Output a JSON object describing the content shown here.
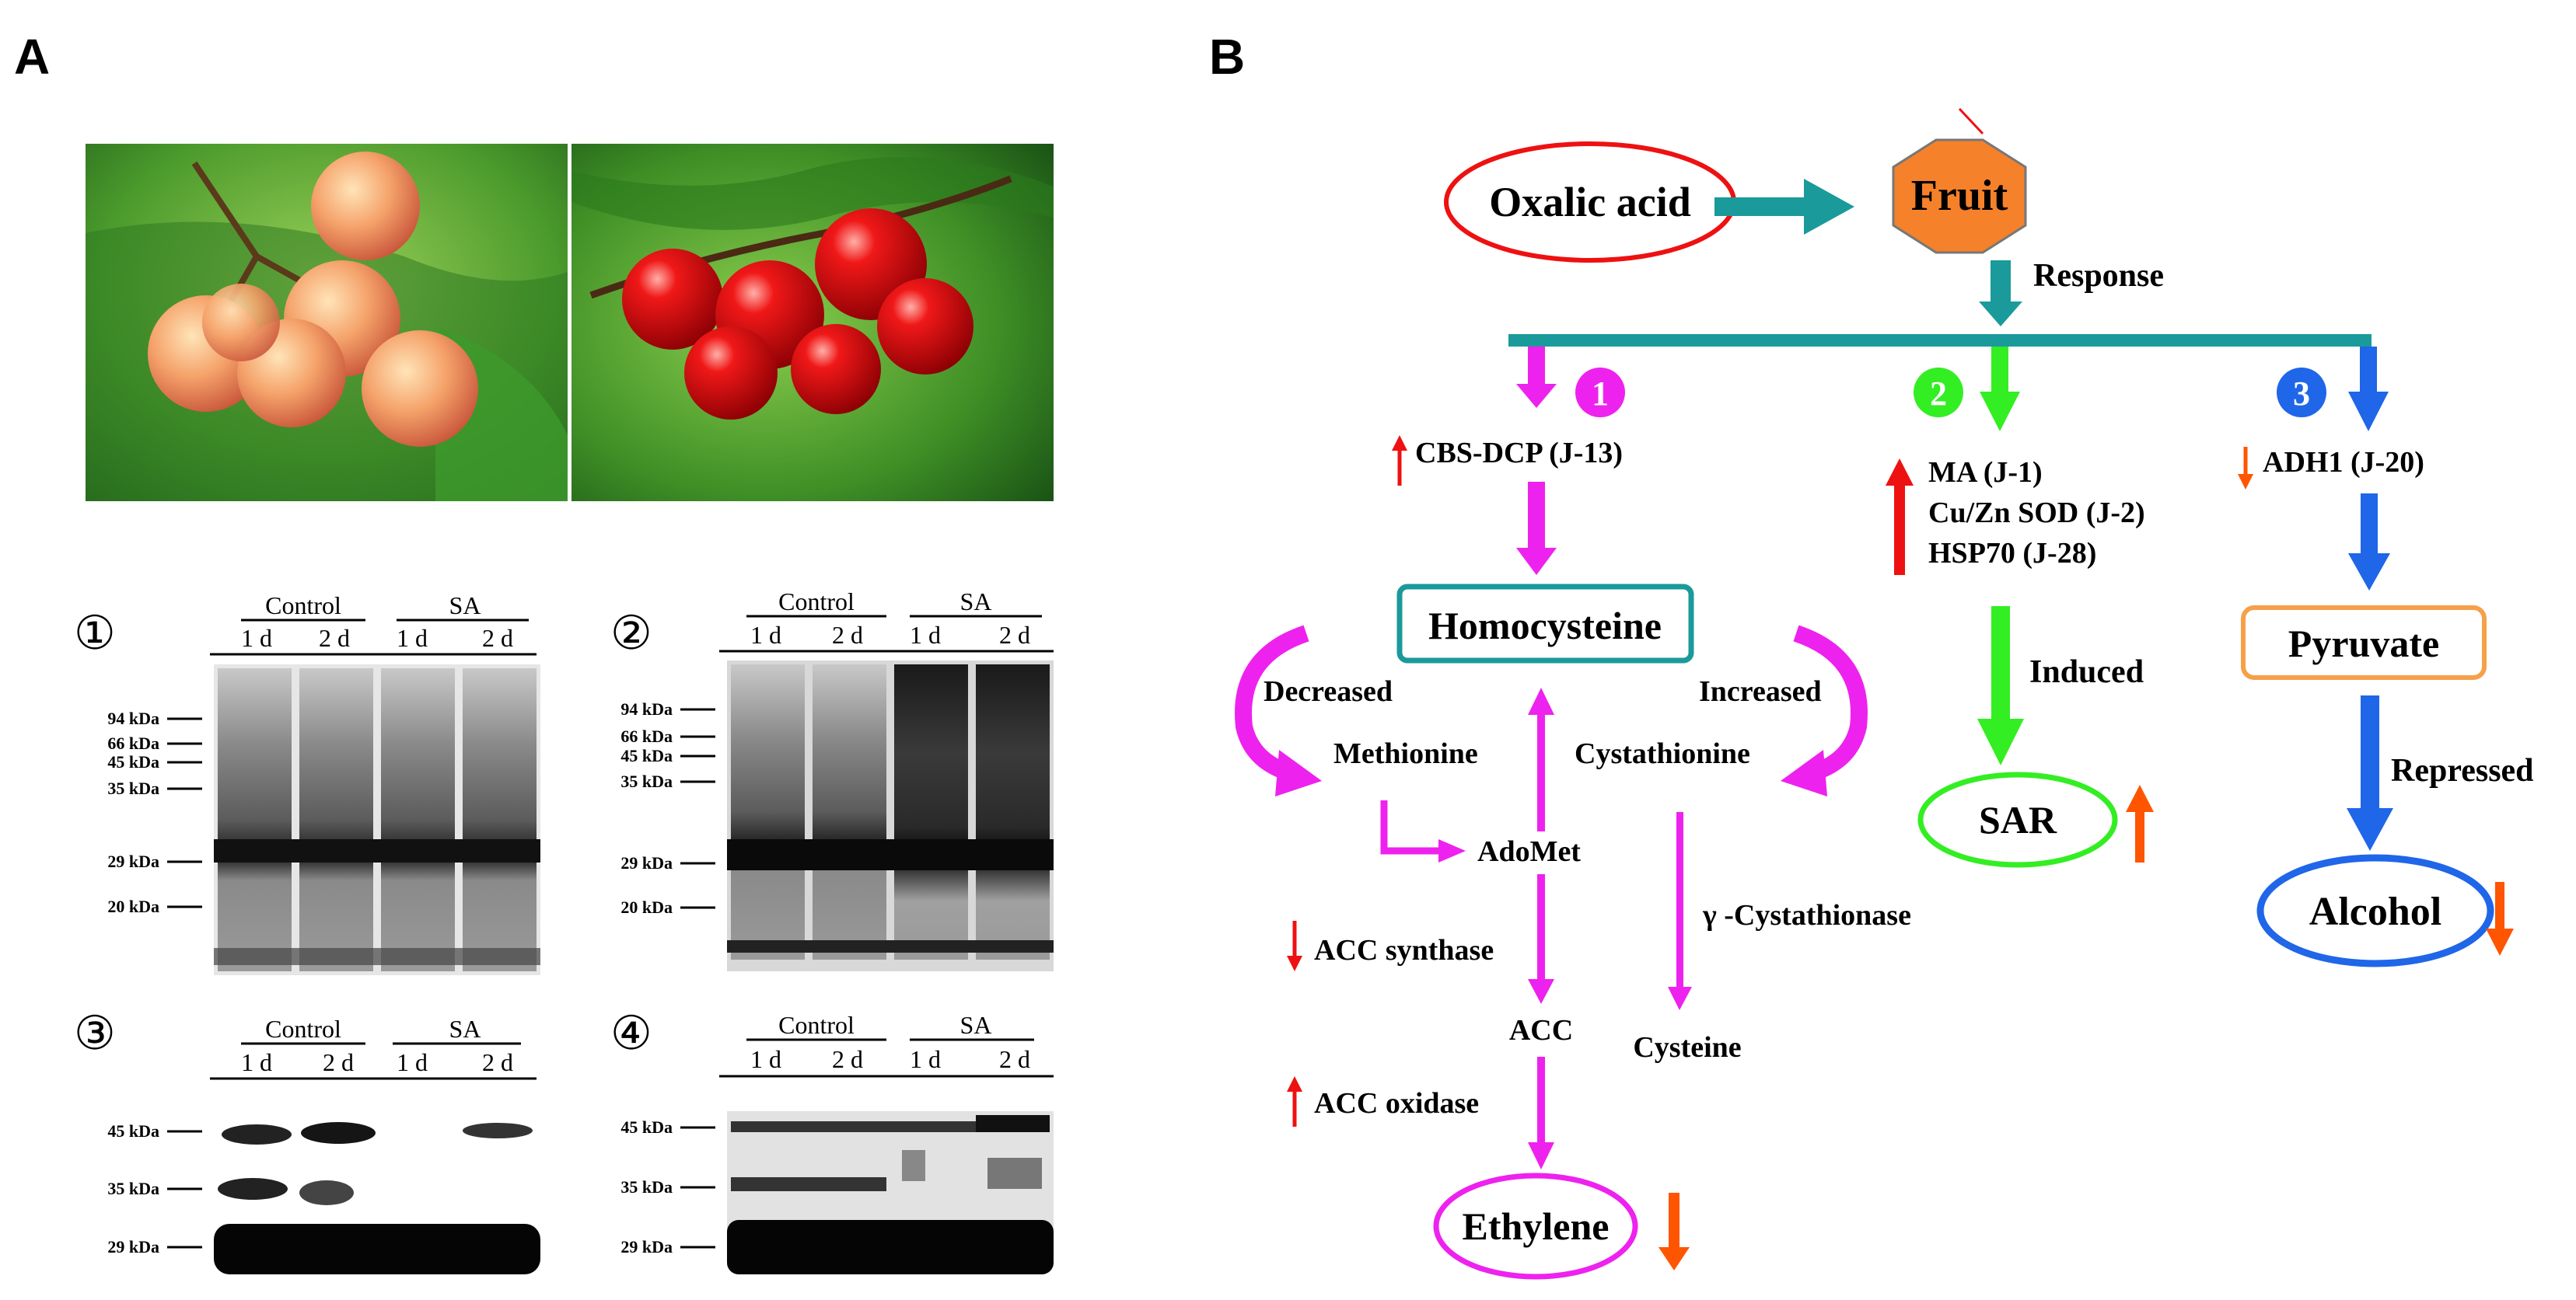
{
  "panel_a": {
    "letter": "A",
    "blots": [
      {
        "number": "①",
        "group_control": "Control",
        "group_sa": "SA",
        "lanes": [
          "1 d",
          "2 d",
          "1 d",
          "2 d"
        ],
        "markers": [
          "94 kDa",
          "66 kDa",
          "45 kDa",
          "35 kDa",
          "29 kDa",
          "20 kDa"
        ]
      },
      {
        "number": "②",
        "group_control": "Control",
        "group_sa": "SA",
        "lanes": [
          "1 d",
          "2 d",
          "1 d",
          "2 d"
        ],
        "markers": [
          "94 kDa",
          "66 kDa",
          "45 kDa",
          "35 kDa",
          "29 kDa",
          "20 kDa"
        ]
      },
      {
        "number": "③",
        "group_control": "Control",
        "group_sa": "SA",
        "lanes": [
          "1 d",
          "2 d",
          "1 d",
          "2 d"
        ],
        "markers": [
          "45 kDa",
          "35 kDa",
          "29 kDa"
        ]
      },
      {
        "number": "④",
        "group_control": "Control",
        "group_sa": "SA",
        "lanes": [
          "1 d",
          "2 d",
          "1 d",
          "2 d"
        ],
        "markers": [
          "45 kDa",
          "35 kDa",
          "29 kDa"
        ]
      }
    ]
  },
  "panel_b": {
    "letter": "B",
    "oxalic_acid": "Oxalic acid",
    "fruit": "Fruit",
    "response": "Response",
    "pathway1": {
      "number": "1",
      "cbs": "CBS-DCP (J-13)",
      "homocysteine": "Homocysteine",
      "decreased": "Decreased",
      "increased": "Increased",
      "methionine": "Methionine",
      "cystathionine": "Cystathionine",
      "adomet": "AdoMet",
      "acc_synthase": "ACC synthase",
      "gamma": "γ -Cystathionase",
      "acc": "ACC",
      "cysteine": "Cysteine",
      "acc_oxidase": "ACC oxidase",
      "ethylene": "Ethylene"
    },
    "pathway2": {
      "number": "2",
      "ma": "MA (J-1)",
      "sod": "Cu/Zn SOD (J-2)",
      "hsp": "HSP70 (J-28)",
      "induced": "Induced",
      "sar": "SAR"
    },
    "pathway3": {
      "number": "3",
      "adh": "ADH1 (J-20)",
      "pyruvate": "Pyruvate",
      "repressed": "Repressed",
      "alcohol": "Alcohol"
    },
    "colors": {
      "teal": "#1a9a9a",
      "magenta": "#ee22ee",
      "green": "#33ee22",
      "blue": "#1f66e8",
      "red": "#ee1111",
      "orange": "#ff5500",
      "fruit_fill": "#f5812a",
      "pyruvate_border": "#f6a04a"
    }
  }
}
